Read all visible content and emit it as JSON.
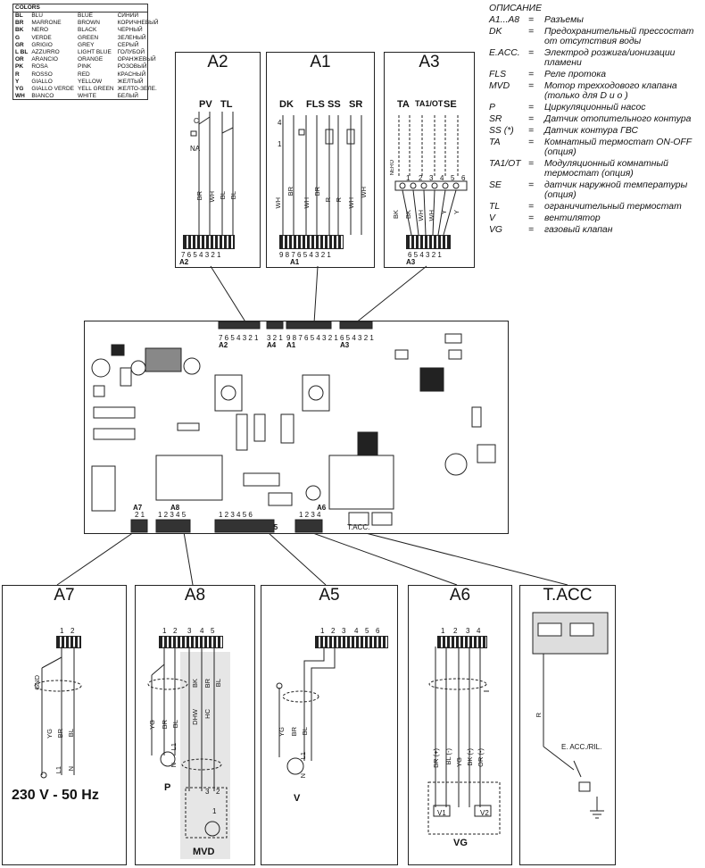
{
  "colors_table": {
    "header": "COLORS",
    "rows": [
      [
        "BL",
        "BLU",
        "BLUE",
        "СИНИЙ"
      ],
      [
        "BR",
        "MARRONE",
        "BROWN",
        "КОРИЧНЕВЫЙ"
      ],
      [
        "BK",
        "NERO",
        "BLACK",
        "ЧЕРНЫЙ"
      ],
      [
        "G",
        "VERDE",
        "GREEN",
        "ЗЕЛЕНЫЙ"
      ],
      [
        "GR",
        "GRIGIO",
        "GREY",
        "СЕРЫЙ"
      ],
      [
        "L BL",
        "AZZURRO",
        "LIGHT BLUE",
        "ГОЛУБОЙ"
      ],
      [
        "OR",
        "ARANCIO",
        "ORANGE",
        "ОРАНЖЕВЫЙ"
      ],
      [
        "PK",
        "ROSA",
        "PINK",
        "РОЗОВЫЙ"
      ],
      [
        "R",
        "ROSSO",
        "RED",
        "КРАСНЫЙ"
      ],
      [
        "Y",
        "GIALLO",
        "YELLOW",
        "ЖЕЛТЫЙ"
      ],
      [
        "YG",
        "GIALLO VERDE",
        "YELL GREEN",
        "ЖЕЛТО-ЗЕЛЕ."
      ],
      [
        "WH",
        "BIANCO",
        "WHITE",
        "БЕЛЫЙ"
      ]
    ]
  },
  "legend": {
    "title": "ОПИСАНИЕ",
    "items": [
      {
        "code": "A1...A8",
        "desc": "Разъемы"
      },
      {
        "code": "DK",
        "desc": "Предохранительный прессостат от отсутствия воды"
      },
      {
        "code": "E.ACC.",
        "desc": "Электрод розжига/ионизации пламени"
      },
      {
        "code": "FLS",
        "desc": "Реле протока"
      },
      {
        "code": "MVD",
        "desc": "Мотор трехходового клапана (только для D u o )"
      },
      {
        "code": "P",
        "desc": "Циркуляционный насос"
      },
      {
        "code": "SR",
        "desc": "Датчик отопительного контура"
      },
      {
        "code": "SS (*)",
        "desc": "Датчик контура ГВС"
      },
      {
        "code": "TA",
        "desc": "Комнатный термостат ON-OFF (опция)"
      },
      {
        "code": "TA1/OT",
        "desc": "Модуляционный комнатный термостат (опция)"
      },
      {
        "code": "SE",
        "desc": "датчик наружной температуры (опция)"
      },
      {
        "code": "TL",
        "desc": "ограничительный термостат"
      },
      {
        "code": "V",
        "desc": "вентилятор"
      },
      {
        "code": "VG",
        "desc": "газовый клапан"
      }
    ]
  },
  "panels": {
    "a2": {
      "title": "A2",
      "devices": [
        "PV",
        "TL"
      ],
      "switch": [
        "C",
        "NA"
      ],
      "wires": [
        "BR",
        "WH",
        "BL",
        "BL"
      ],
      "pins": "7 6 5 4 3 2 1",
      "label": "A2"
    },
    "a1": {
      "title": "A1",
      "devices": [
        "DK",
        "FLS",
        "SS",
        "SR"
      ],
      "sw": [
        "4",
        "1"
      ],
      "wires": [
        "WH",
        "BR",
        "WH",
        "BR",
        "R",
        "R",
        "WH",
        "WH"
      ],
      "pins": "9 8 7 6 5 4 3 2 1",
      "label": "A1"
    },
    "a3": {
      "title": "A3",
      "devices": [
        "TA",
        "TA1/OT",
        "SE"
      ],
      "terms": [
        "1",
        "2",
        "3",
        "4",
        "5",
        "6"
      ],
      "nero": "NERO",
      "wires": [
        "BK",
        "BK",
        "WH",
        "WH",
        "Y",
        "Y"
      ],
      "pins": "6 5 4 3 2 1",
      "label": "A3"
    },
    "a7": {
      "title": "A7",
      "pins": [
        "1",
        "2"
      ],
      "gnd": "GND",
      "wires": [
        "YG",
        "BR",
        "BL"
      ],
      "lines": [
        "L1",
        "N"
      ],
      "voltage": "230 V - 50 Hz"
    },
    "a8": {
      "title": "A8",
      "pins": [
        "1",
        "2",
        "3",
        "4",
        "5"
      ],
      "wires": [
        "YG",
        "BR",
        "BL",
        "DHW",
        "BK",
        "BR",
        "HC",
        "BL"
      ],
      "p_lines": [
        "L1",
        "N"
      ],
      "mvd_pins": [
        "3",
        "2"
      ],
      "mvd_extra": "1",
      "pump": "P",
      "mvd": "MVD"
    },
    "a5": {
      "title": "A5",
      "pins": [
        "1",
        "2",
        "3",
        "4",
        "5",
        "6"
      ],
      "wires": [
        "YG",
        "BR",
        "BL"
      ],
      "lines": [
        "L1",
        "N"
      ],
      "fan": "V"
    },
    "a6": {
      "title": "A6",
      "pins": [
        "1",
        "2",
        "3",
        "4"
      ],
      "wires": [
        "BR (+)",
        "BL (-)",
        "YG",
        "BK (-)",
        "OR (-)"
      ],
      "valves": [
        "V1",
        "V2"
      ],
      "vg": "VG"
    },
    "tacc": {
      "title": "T.ACC",
      "wire": "R",
      "elabel": "E. ACC./RIL."
    }
  },
  "board": {
    "top_labels": {
      "a2": "A2",
      "a2_pins": "7 6 5 4 3 2 1",
      "a4": "A4",
      "a4_pins": "3 2 1",
      "a1": "A1",
      "a1_pins": "9 8 7 6 5 4 3 2 1",
      "a3": "A3",
      "a3_pins": "6 5 4 3 2 1"
    },
    "bottom_labels": {
      "a7": "A7",
      "a7_pins": "2 1",
      "a8": "A8",
      "a8_pins": "1 2 3 4 5",
      "a5": "A5",
      "a5_pins": "1 2 3 4 5 6",
      "a6": "A6",
      "a6_pins": "1 2 3 4",
      "tacc": "T.ACC."
    }
  }
}
